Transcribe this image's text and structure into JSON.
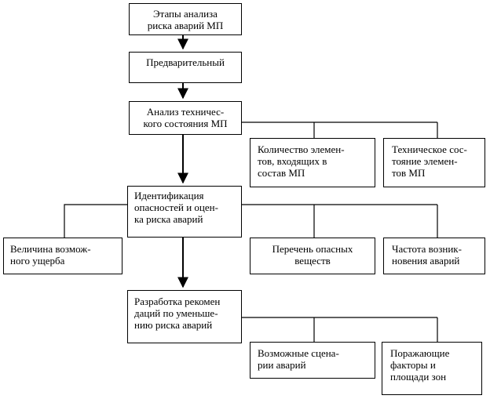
{
  "diagram": {
    "main_steps": [
      {
        "text": "Этапы  анализа\nриска аварий МП"
      },
      {
        "text": "Предварительный"
      },
      {
        "text": "Анализ техничес-\nкого состояния МП"
      },
      {
        "text": "Идентификация\nопасностей и оцен-\nка риска аварий"
      },
      {
        "text": "Разработка рекомен\nдаций по уменьше-\nнию риска аварий"
      }
    ],
    "branches": [
      {
        "text": "Количество   элемен-\nтов,     входящих     в\nсостав МП"
      },
      {
        "text": "Техническое сос-\nтояние     элемен-\nтов МП"
      },
      {
        "text": "Величина возмож-\nного ущерба"
      },
      {
        "text": "Перечень опасных\nвеществ"
      },
      {
        "text": "Частота возник-\nновения аварий"
      },
      {
        "text": "Возможные сцена-\nрии аварий"
      },
      {
        "text": "Поражающие\nфакторы и\nплощади зон"
      }
    ]
  }
}
